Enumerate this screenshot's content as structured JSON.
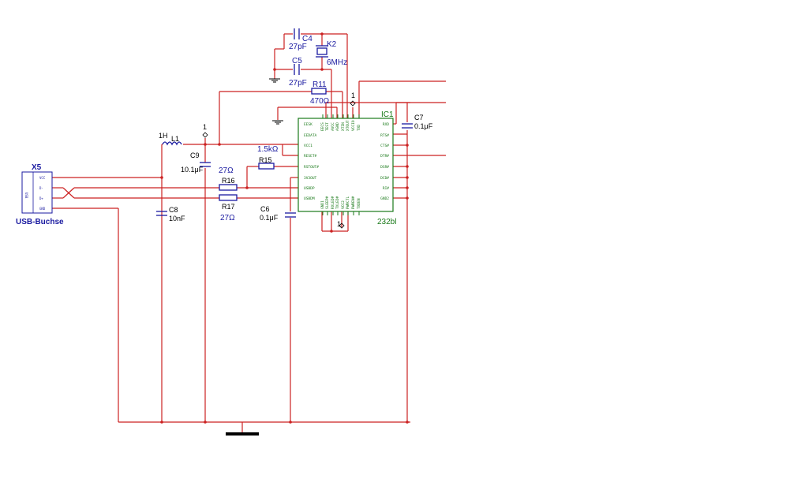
{
  "components": {
    "c4": {
      "ref": "C4",
      "value": "27pF"
    },
    "c5": {
      "ref": "C5",
      "value": "27pF"
    },
    "k2": {
      "ref": "K2",
      "value": "6MHz"
    },
    "r11": {
      "ref": "R11",
      "value": "470Ω"
    },
    "l1": {
      "ref": "L1",
      "value": "1H"
    },
    "c9": {
      "ref": "C9",
      "value": "10.1μF"
    },
    "r15": {
      "ref": "R15",
      "value": "1.5kΩ"
    },
    "r16": {
      "ref": "R16",
      "value": "27Ω"
    },
    "r17": {
      "ref": "R17",
      "value": "27Ω"
    },
    "c8": {
      "ref": "C8",
      "value": "10nF"
    },
    "c6": {
      "ref": "C6",
      "value": "0.1μF"
    },
    "c7": {
      "ref": "C7",
      "value": "0.1μF"
    },
    "x5": {
      "ref": "X5",
      "name": "USB-Buchse",
      "pins": [
        "VCC",
        "D-",
        "D+",
        "GND"
      ],
      "body_label": "USB"
    },
    "ic1": {
      "ref": "IC1",
      "part": "232bl",
      "left_pins": [
        "EESK",
        "EEDATA",
        "VCC1",
        "RESET#",
        "RSTOUT#",
        "3V3OUT",
        "USBDP",
        "USBDM"
      ],
      "right_pins": [
        "RXD",
        "RTS#",
        "CTS#",
        "DTR#",
        "DSR#",
        "DCD#",
        "RI#",
        "GND2"
      ],
      "top_pins": [
        "EECS",
        "TEST",
        "AVCC",
        "AGND",
        "XTIN",
        "XTOUT",
        "VCCIO",
        "TXD"
      ],
      "bottom_pins": [
        "GND1",
        "SLEEP#",
        "RXLED#",
        "TXLED#",
        "VCC2",
        "PWRCTL",
        "PWREN#",
        "TXDEN"
      ]
    }
  },
  "power_flags": [
    "1",
    "1",
    "1"
  ]
}
